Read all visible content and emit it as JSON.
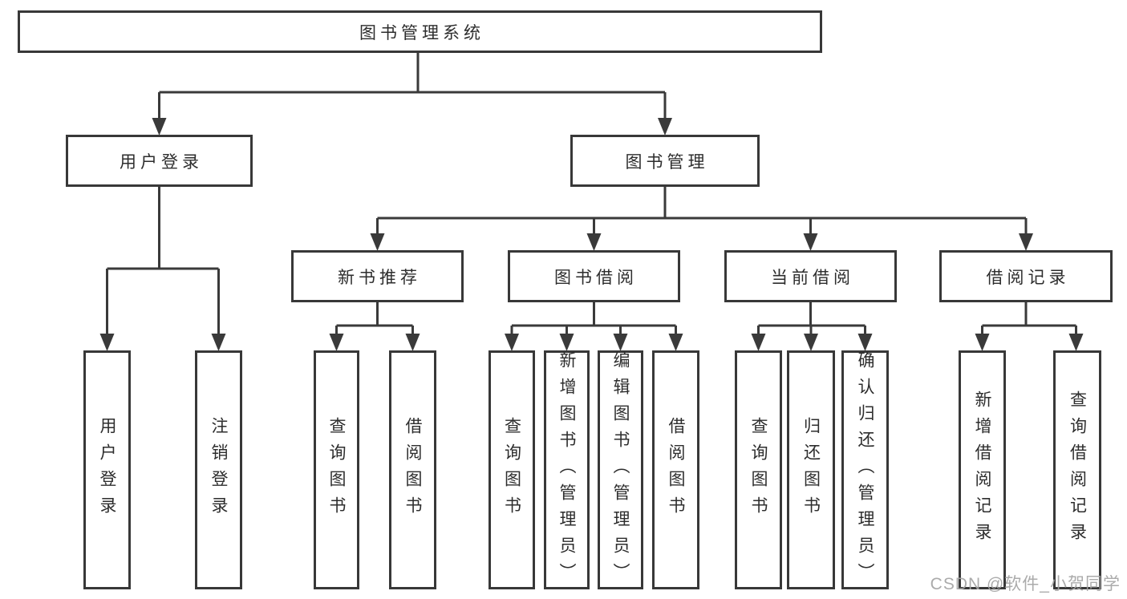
{
  "diagram": {
    "type": "functional-structure-tree",
    "colors": {
      "background": "#ffffff",
      "line": "#3a3a3a",
      "box_border": "#383838",
      "text": "#2d2d2d",
      "watermark": "#a4a4a4"
    }
  },
  "tree": {
    "label": "图书管理系统",
    "children": [
      {
        "label": "用户登录",
        "children": [
          {
            "label": "用户登录"
          },
          {
            "label": "注销登录"
          }
        ]
      },
      {
        "label": "图书管理",
        "children": [
          {
            "label": "新书推荐",
            "children": [
              {
                "label": "查询图书"
              },
              {
                "label": "借阅图书"
              }
            ]
          },
          {
            "label": "图书借阅",
            "children": [
              {
                "label": "查询图书"
              },
              {
                "label": "新增图书（管理员）"
              },
              {
                "label": "编辑图书（管理员）"
              },
              {
                "label": "借阅图书"
              }
            ]
          },
          {
            "label": "当前借阅",
            "children": [
              {
                "label": "查询图书"
              },
              {
                "label": "归还图书"
              },
              {
                "label": "确认归还（管理员）"
              }
            ]
          },
          {
            "label": "借阅记录",
            "children": [
              {
                "label": "新增借阅记录"
              },
              {
                "label": "查询借阅记录"
              }
            ]
          }
        ]
      }
    ]
  },
  "watermark": {
    "text": "CSDN @软件_小贺同学"
  }
}
